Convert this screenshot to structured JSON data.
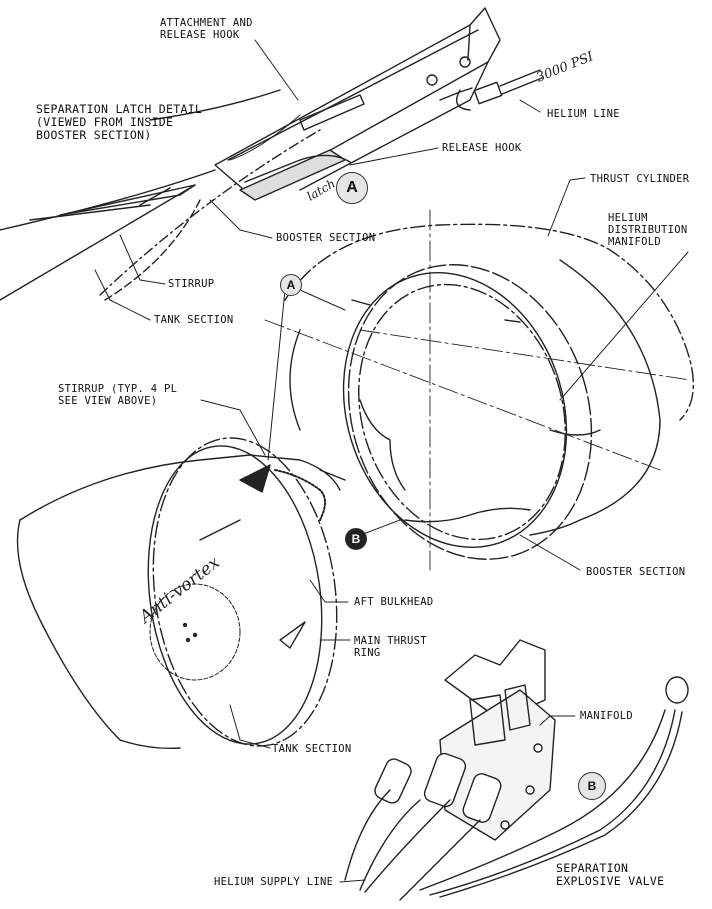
{
  "labels": {
    "attachment_hook": "ATTACHMENT AND\nRELEASE HOOK",
    "separation_detail": "SEPARATION LATCH DETAIL\n(VIEWED FROM INSIDE\nBOOSTER SECTION)",
    "helium_line": "HELIUM LINE",
    "release_hook": "RELEASE HOOK",
    "thrust_cylinder": "THRUST CYLINDER",
    "helium_manifold": "HELIUM\nDISTRIBUTION\nMANIFOLD",
    "booster_section_top": "BOOSTER SECTION",
    "stirrup": "STIRRUP",
    "tank_section_top": "TANK SECTION",
    "stirrup_typ": "STIRRUP (TYP. 4 PL\nSEE VIEW ABOVE)",
    "booster_section_bottom": "BOOSTER SECTION",
    "aft_bulkhead": "AFT BULKHEAD",
    "main_thrust_ring": "MAIN THRUST\nRING",
    "manifold": "MANIFOLD",
    "tank_section_bottom": "TANK SECTION",
    "helium_supply_line": "HELIUM SUPPLY LINE",
    "separation_valve": "SEPARATION\nEXPLOSIVE VALVE"
  },
  "handwritten": {
    "pressure": "3000 PSI",
    "latch": "latch",
    "anti_vortex": "Anti-vortex"
  },
  "callouts": {
    "a": "A",
    "b": "B"
  },
  "icons": [
    "callout-a-icon",
    "callout-b-icon"
  ]
}
